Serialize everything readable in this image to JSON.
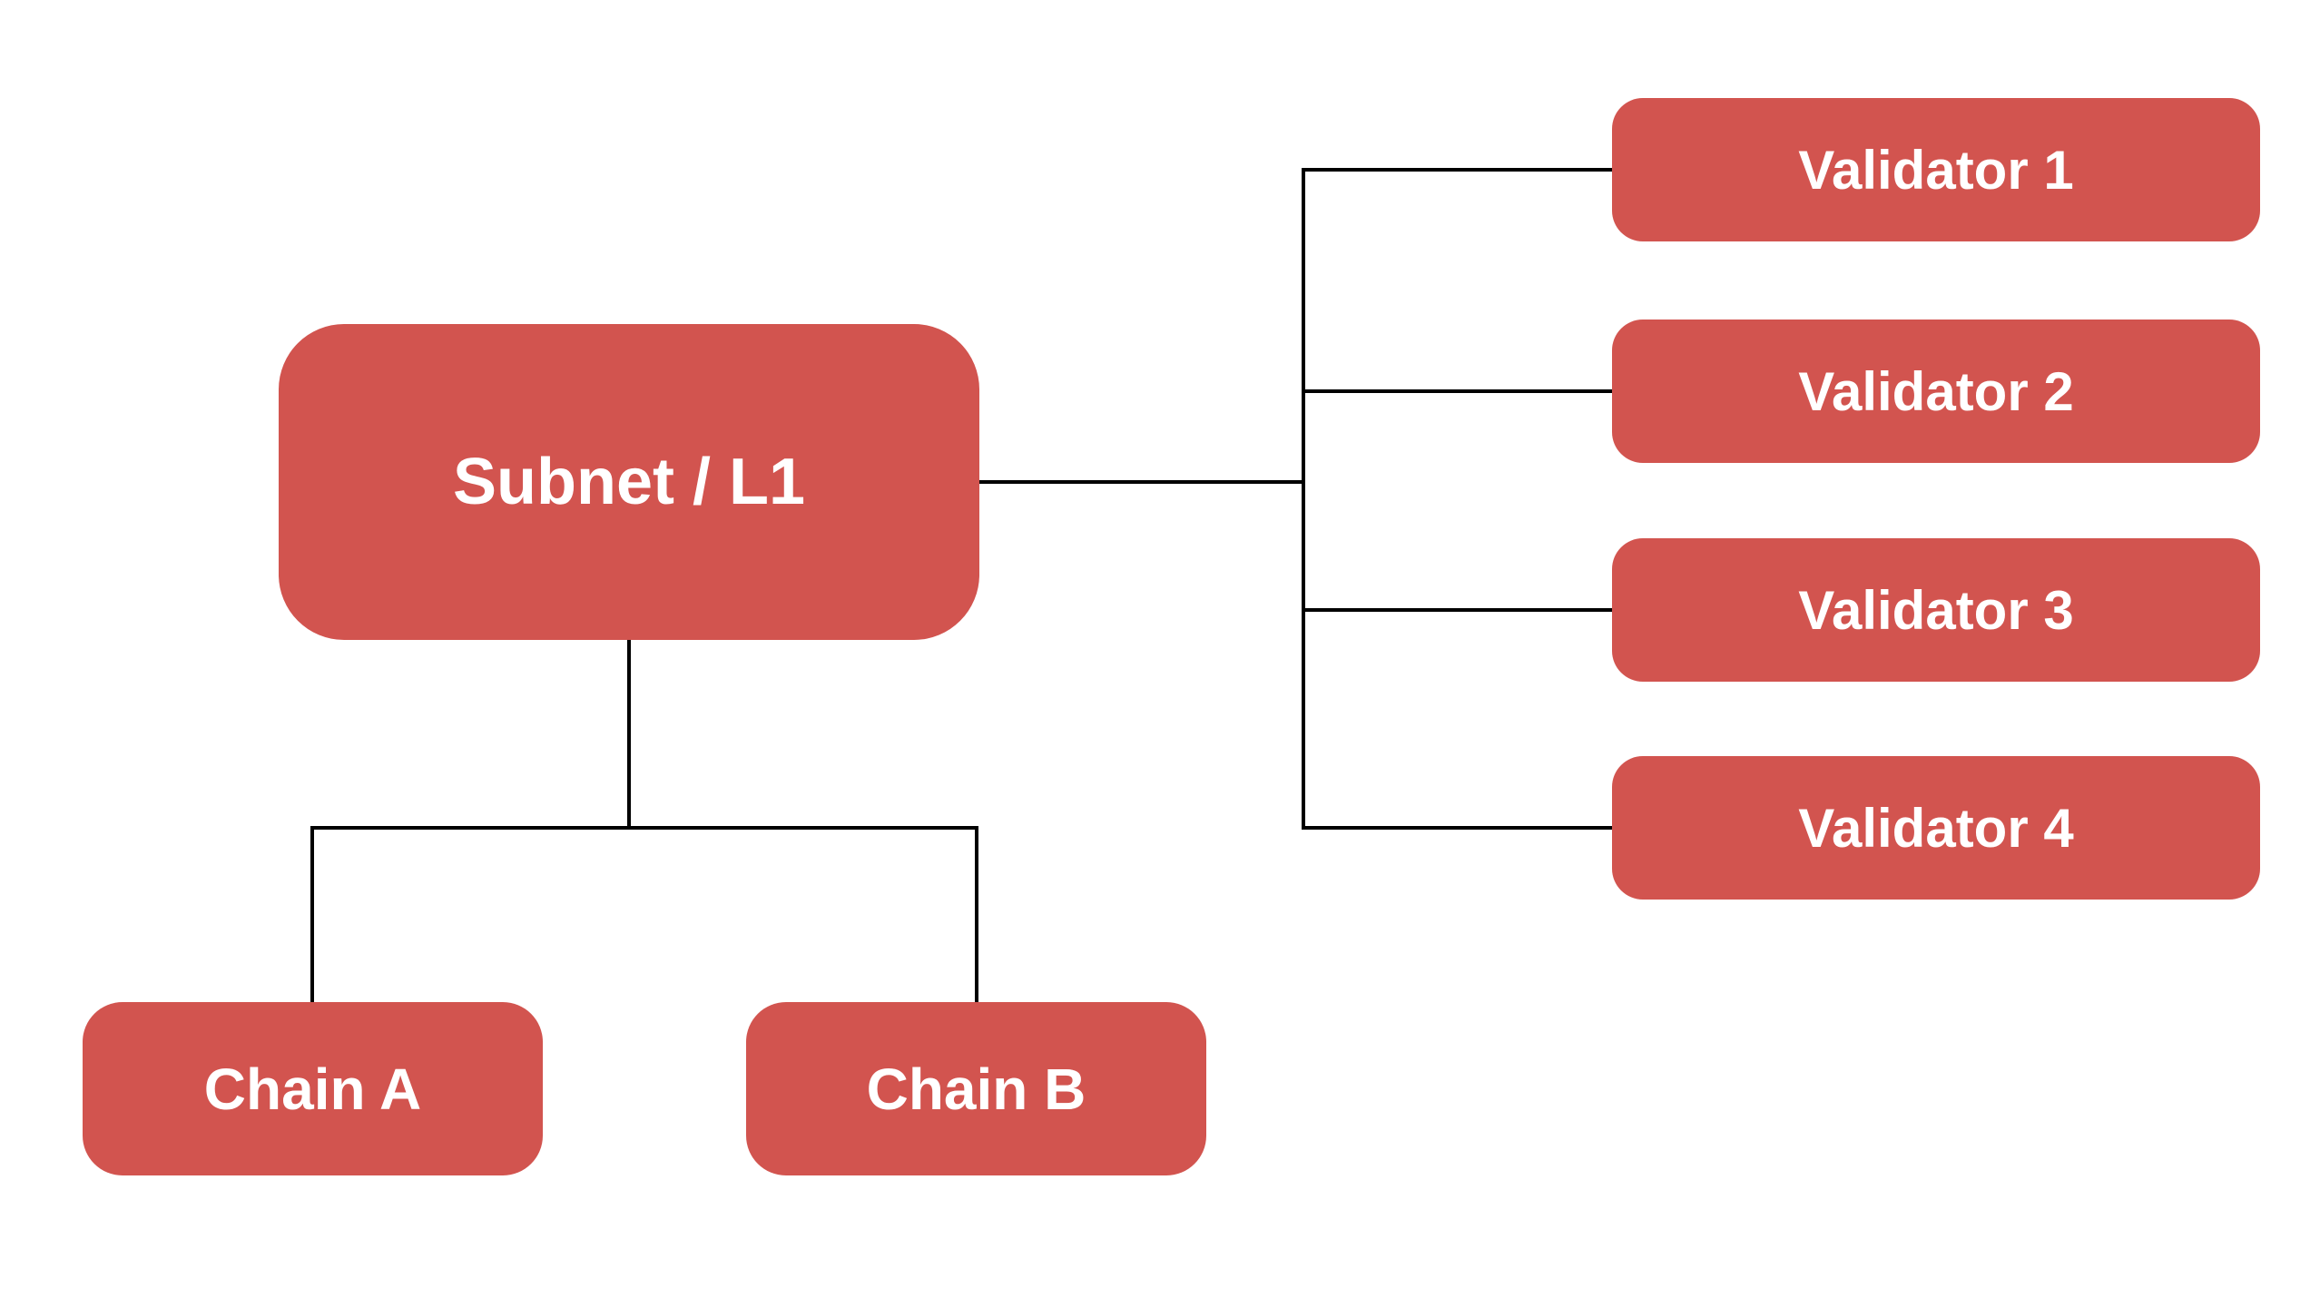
{
  "diagram": {
    "type": "hierarchy",
    "nodes": {
      "subnet": {
        "label": "Subnet / L1"
      },
      "validator1": {
        "label": "Validator 1"
      },
      "validator2": {
        "label": "Validator 2"
      },
      "validator3": {
        "label": "Validator 3"
      },
      "validator4": {
        "label": "Validator 4"
      },
      "chainA": {
        "label": "Chain A"
      },
      "chainB": {
        "label": "Chain B"
      }
    },
    "edges": [
      {
        "from": "subnet",
        "to": "validator1"
      },
      {
        "from": "subnet",
        "to": "validator2"
      },
      {
        "from": "subnet",
        "to": "validator3"
      },
      {
        "from": "subnet",
        "to": "validator4"
      },
      {
        "from": "subnet",
        "to": "chainA"
      },
      {
        "from": "subnet",
        "to": "chainB"
      }
    ],
    "colors": {
      "node_fill": "#D2544F",
      "node_text": "#FFFFFF",
      "connector": "#000000",
      "background": "#FFFFFF"
    }
  }
}
